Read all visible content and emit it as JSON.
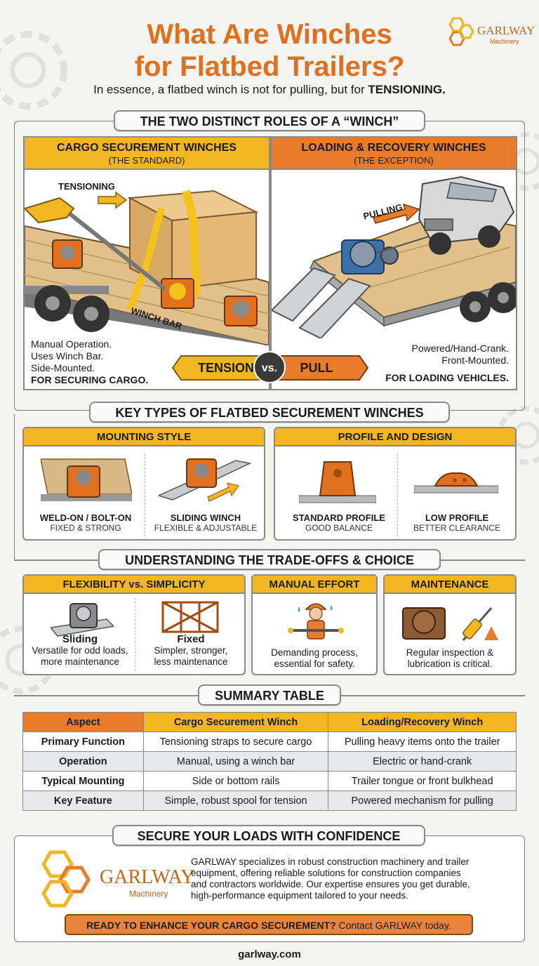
{
  "header": {
    "title_line1": "What Are Winches",
    "title_line2": "for Flatbed Trailers?",
    "subtitle_prefix": "In essence, a flatbed winch is not for pulling, but for ",
    "subtitle_emphasis": "TENSIONING."
  },
  "brand": {
    "name": "GARLWAY",
    "tagline": "Machinery",
    "accent": "#e0701e",
    "yellow": "#f3b623",
    "orange": "#e97c2a"
  },
  "roles": {
    "heading": "THE TWO DISTINCT ROLES OF A “WINCH”",
    "cargo": {
      "title": "CARGO SECUREMENT WINCHES",
      "subtitle": "(THE STANDARD)",
      "illustration_labels": [
        "TENSIONING",
        "WINCH BAR"
      ],
      "notes": [
        "Manual Operation.",
        "Uses Winch Bar.",
        "Side-Mounted."
      ],
      "emphasis": "FOR SECURING CARGO."
    },
    "loading": {
      "title": "LOADING & RECOVERY WINCHES",
      "subtitle": "(THE EXCEPTION)",
      "illustration_labels": [
        "PULLING"
      ],
      "notes": [
        "Powered/Hand-Crank.",
        "Front-Mounted."
      ],
      "emphasis": "FOR LOADING VEHICLES."
    },
    "compare": {
      "left": "TENSION",
      "middle": "vs.",
      "right": "PULL"
    }
  },
  "types": {
    "heading": "KEY TYPES OF FLATBED SECUREMENT WINCHES",
    "mounting": {
      "title": "MOUNTING STYLE",
      "items": [
        {
          "label": "WELD-ON / BOLT-ON",
          "desc": "FIXED & STRONG"
        },
        {
          "label": "SLIDING WINCH",
          "desc": "FLEXIBLE & ADJUSTABLE"
        }
      ]
    },
    "profile": {
      "title": "PROFILE AND DESIGN",
      "items": [
        {
          "label": "STANDARD PROFILE",
          "desc": "GOOD BALANCE"
        },
        {
          "label": "LOW PROFILE",
          "desc": "BETTER CLEARANCE"
        }
      ]
    }
  },
  "tradeoffs": {
    "heading": "UNDERSTANDING THE TRADE-OFFS & CHOICE",
    "flex": {
      "title": "FLEXIBILITY vs. SIMPLICITY",
      "items": [
        {
          "label": "Sliding",
          "desc1": "Versatile for odd loads,",
          "desc2": "more maintenance"
        },
        {
          "label": "Fixed",
          "desc1": "Simpler, stronger,",
          "desc2": "less maintenance"
        }
      ]
    },
    "manual": {
      "title": "MANUAL EFFORT",
      "desc1": "Demanding process,",
      "desc2": "essential for safety."
    },
    "maintenance": {
      "title": "MAINTENANCE",
      "desc1": "Regular inspection &",
      "desc2": "lubrication is critical."
    }
  },
  "summary": {
    "heading": "SUMMARY TABLE",
    "columns": [
      "Aspect",
      "Cargo Securement Winch",
      "Loading/Recovery Winch"
    ],
    "rows": [
      [
        "Primary Function",
        "Tensioning straps to secure cargo",
        "Pulling heavy items onto the trailer"
      ],
      [
        "Operation",
        "Manual, using a winch bar",
        "Electric or hand-crank"
      ],
      [
        "Typical Mounting",
        "Side or bottom rails",
        "Trailer tongue or front bulkhead"
      ],
      [
        "Key Feature",
        "Simple, robust spool for tension",
        "Powered mechanism for pulling"
      ]
    ]
  },
  "confidence": {
    "heading": "SECURE YOUR LOADS WITH CONFIDENCE",
    "body_lines": [
      "GARLWAY specializes in robust construction machinery and trailer",
      "equipment, offering reliable solutions for construction companies",
      "and contractors worldwide. Our expertise ensures you get durable,",
      "high-performance equipment tailored to your needs."
    ],
    "cta_strong": "READY TO ENHANCE YOUR CARGO SECUREMENT?",
    "cta_rest": " Contact GARLWAY today."
  },
  "footer": {
    "url": "garlway.com"
  }
}
